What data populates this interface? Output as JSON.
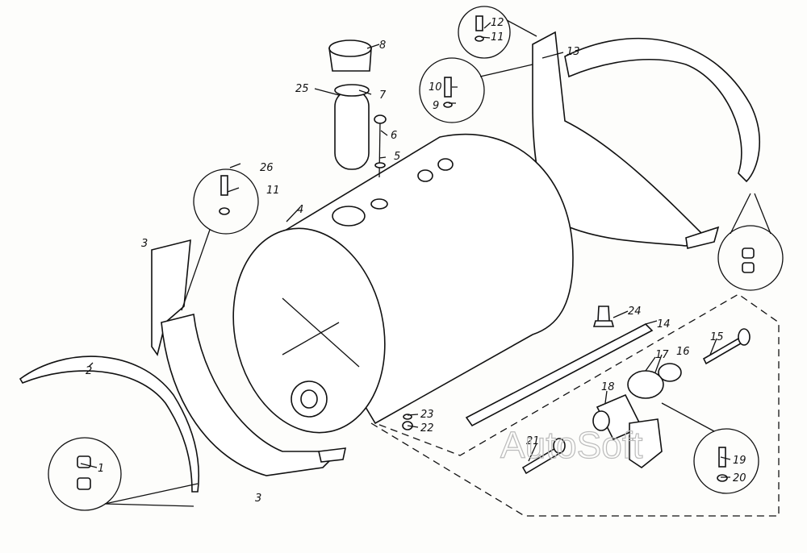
{
  "title": "Fuel tank exploded view",
  "watermark": "AutoSoft",
  "labels": {
    "p1": "1",
    "p2": "2",
    "p3a": "3",
    "p3b": "3",
    "p4": "4",
    "p5": "5",
    "p6": "6",
    "p7": "7",
    "p8": "8",
    "p9": "9",
    "p10": "10",
    "p11a": "11",
    "p11b": "11",
    "p12": "12",
    "p13": "13",
    "p14": "14",
    "p15": "15",
    "p16": "16",
    "p17": "17",
    "p18": "18",
    "p19": "19",
    "p20": "20",
    "p21": "21",
    "p22": "22",
    "p23": "23",
    "p24": "24",
    "p25": "25",
    "p26": "26"
  }
}
